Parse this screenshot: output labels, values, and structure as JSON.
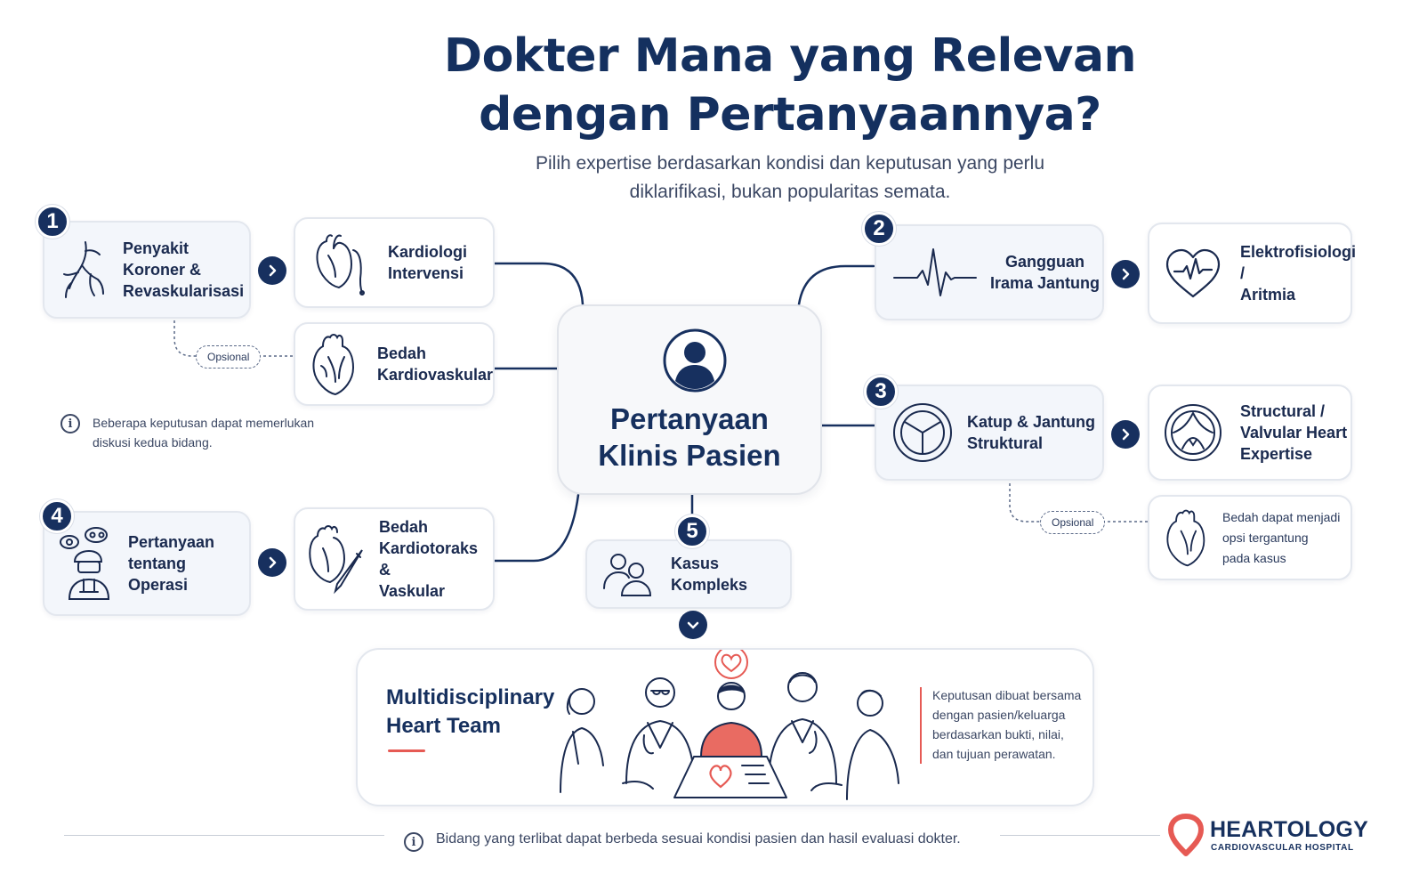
{
  "title": {
    "line1": "Dokter Mana yang Relevan",
    "line2": "dengan Pertanyaannya?"
  },
  "subtitle": {
    "line1": "Pilih expertise berdasarkan kondisi dan keputusan yang perlu",
    "line2": "diklarifikasi, bukan popularitas semata."
  },
  "center": {
    "line1": "Pertanyaan",
    "line2": "Klinis Pasien",
    "icon": "person-icon"
  },
  "branches": [
    {
      "number": "1",
      "condition": {
        "line1": "Penyakit Koroner &",
        "line2": "Revaskularisasi",
        "icon": "coronary-artery-icon"
      },
      "specialist": {
        "line1": "Kardiologi",
        "line2": "Intervensi",
        "icon": "heart-catheter-icon"
      },
      "optional_label": "Opsional",
      "optional_specialist": {
        "line1": "Bedah",
        "line2": "Kardiovaskular",
        "icon": "anatomical-heart-icon"
      }
    },
    {
      "number": "2",
      "condition": {
        "line1": "Gangguan",
        "line2": "Irama Jantung",
        "icon": "ecg-waveform-icon"
      },
      "specialist": {
        "line1": "Elektrofisiologi /",
        "line2": "Aritmia",
        "icon": "heart-rhythm-icon"
      }
    },
    {
      "number": "3",
      "condition": {
        "line1": "Katup & Jantung",
        "line2": "Struktural",
        "icon": "heart-valve-icon"
      },
      "specialist": {
        "line1": "Structural /",
        "line2": "Valvular Heart",
        "line3": "Expertise",
        "icon": "valve-expertise-icon"
      },
      "optional_label": "Opsional",
      "optional_specialist": {
        "line1": "Bedah dapat menjadi",
        "line2": "opsi tergantung",
        "line3": "pada kasus",
        "icon": "anatomical-heart-icon"
      }
    },
    {
      "number": "4",
      "condition": {
        "line1": "Pertanyaan",
        "line2": "tentang Operasi",
        "icon": "surgeon-icon"
      },
      "specialist": {
        "line1": "Bedah",
        "line2": "Kardiotoraks &",
        "line3": "Vaskular",
        "icon": "heart-scalpel-icon"
      }
    },
    {
      "number": "5",
      "condition": {
        "line1": "Kasus",
        "line2": "Kompleks",
        "icon": "group-icon"
      }
    }
  ],
  "note_left": {
    "line1": "Beberapa keputusan dapat memerlukan",
    "line2": "diskusi kedua bidang."
  },
  "team": {
    "title_line1": "Multidisciplinary",
    "title_line2": "Heart Team",
    "note": {
      "line1": "Keputusan dibuat bersama",
      "line2": "dengan pasien/keluarga",
      "line3": "berdasarkan bukti, nilai,",
      "line4": "dan tujuan perawatan."
    }
  },
  "footer": {
    "text": "Bidang yang terlibat dapat berbeda sesuai kondisi pasien dan hasil evaluasi dokter."
  },
  "logo": {
    "name": "HEARTOLOGY",
    "subtitle": "CARDIOVASCULAR HOSPITAL"
  },
  "colors": {
    "navy": "#17305f",
    "accent_red": "#e65a54",
    "card_border": "#e3e7ee",
    "card_tint": "#f3f6fb"
  }
}
